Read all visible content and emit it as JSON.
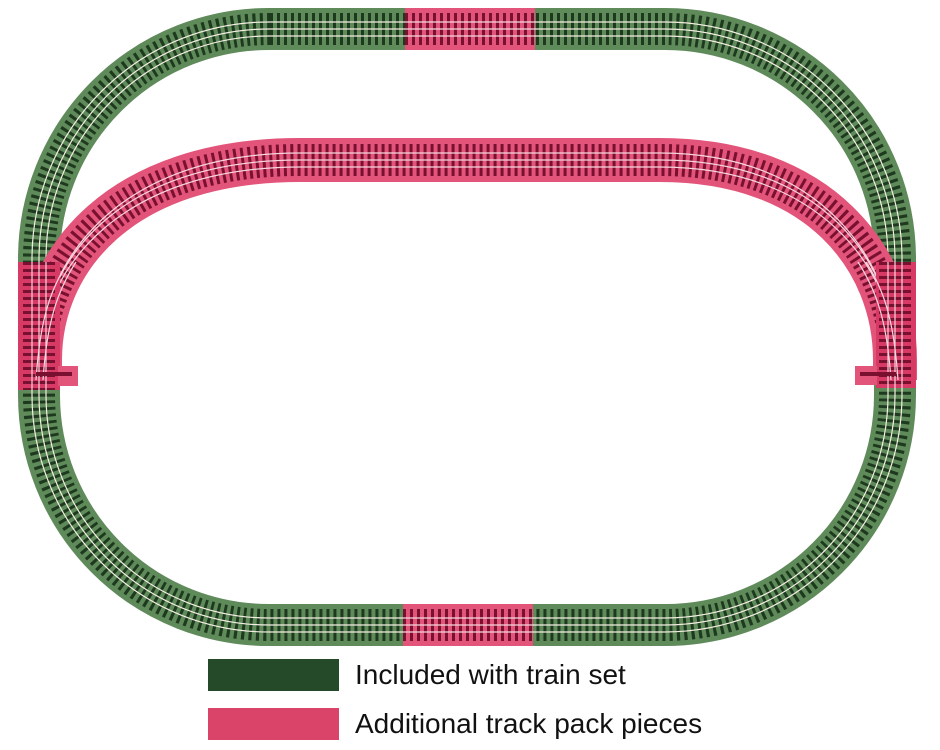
{
  "diagram": {
    "title": "",
    "description": "Model train track layout: oval loop with inner passing siding",
    "colors": {
      "included_band": "#5f8a5a",
      "included_tie": "#1e3a1e",
      "additional_band": "#e2547a",
      "additional_tie": "#7a1030",
      "rail": "#f3efe2"
    },
    "pieces": [
      {
        "id": "outer-top-left-curve",
        "group": "included"
      },
      {
        "id": "outer-top-straight-center",
        "group": "additional"
      },
      {
        "id": "outer-top-right-curve",
        "group": "included"
      },
      {
        "id": "left-switch",
        "group": "additional"
      },
      {
        "id": "right-switch",
        "group": "additional"
      },
      {
        "id": "inner-siding",
        "group": "additional"
      },
      {
        "id": "outer-bottom-left-curve",
        "group": "included"
      },
      {
        "id": "outer-bottom-straight-center",
        "group": "additional"
      },
      {
        "id": "outer-bottom-right-curve",
        "group": "included"
      }
    ]
  },
  "legend": {
    "items": [
      {
        "label": "Included with train set",
        "color": "#244a2a"
      },
      {
        "label": "Additional track pack pieces",
        "color": "#d94468"
      }
    ]
  }
}
